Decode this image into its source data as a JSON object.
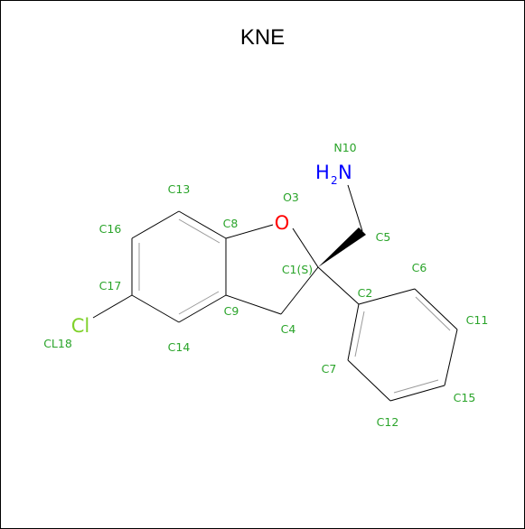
{
  "title": "KNE",
  "colors": {
    "label": "#2aa42a",
    "oxygen": "#ff0000",
    "nitrogen": "#0000ff",
    "chlorine": "#7fd12a",
    "bond": "#000000"
  },
  "elements": {
    "oxygen": "O",
    "nitrogen_h": "H",
    "nitrogen_sub": "2",
    "nitrogen_n": "N",
    "chlorine": "Cl"
  },
  "atom_labels": {
    "n10": "N10",
    "o3": "O3",
    "c13": "C13",
    "c8": "C8",
    "c16": "C16",
    "c5": "C5",
    "c6": "C6",
    "c1": "C1(S)",
    "c2": "C2",
    "c17": "C17",
    "c11": "C11",
    "c9": "C9",
    "c4": "C4",
    "cl18": "CL18",
    "c14": "C14",
    "c7": "C7",
    "c15": "C15",
    "c12": "C12"
  }
}
